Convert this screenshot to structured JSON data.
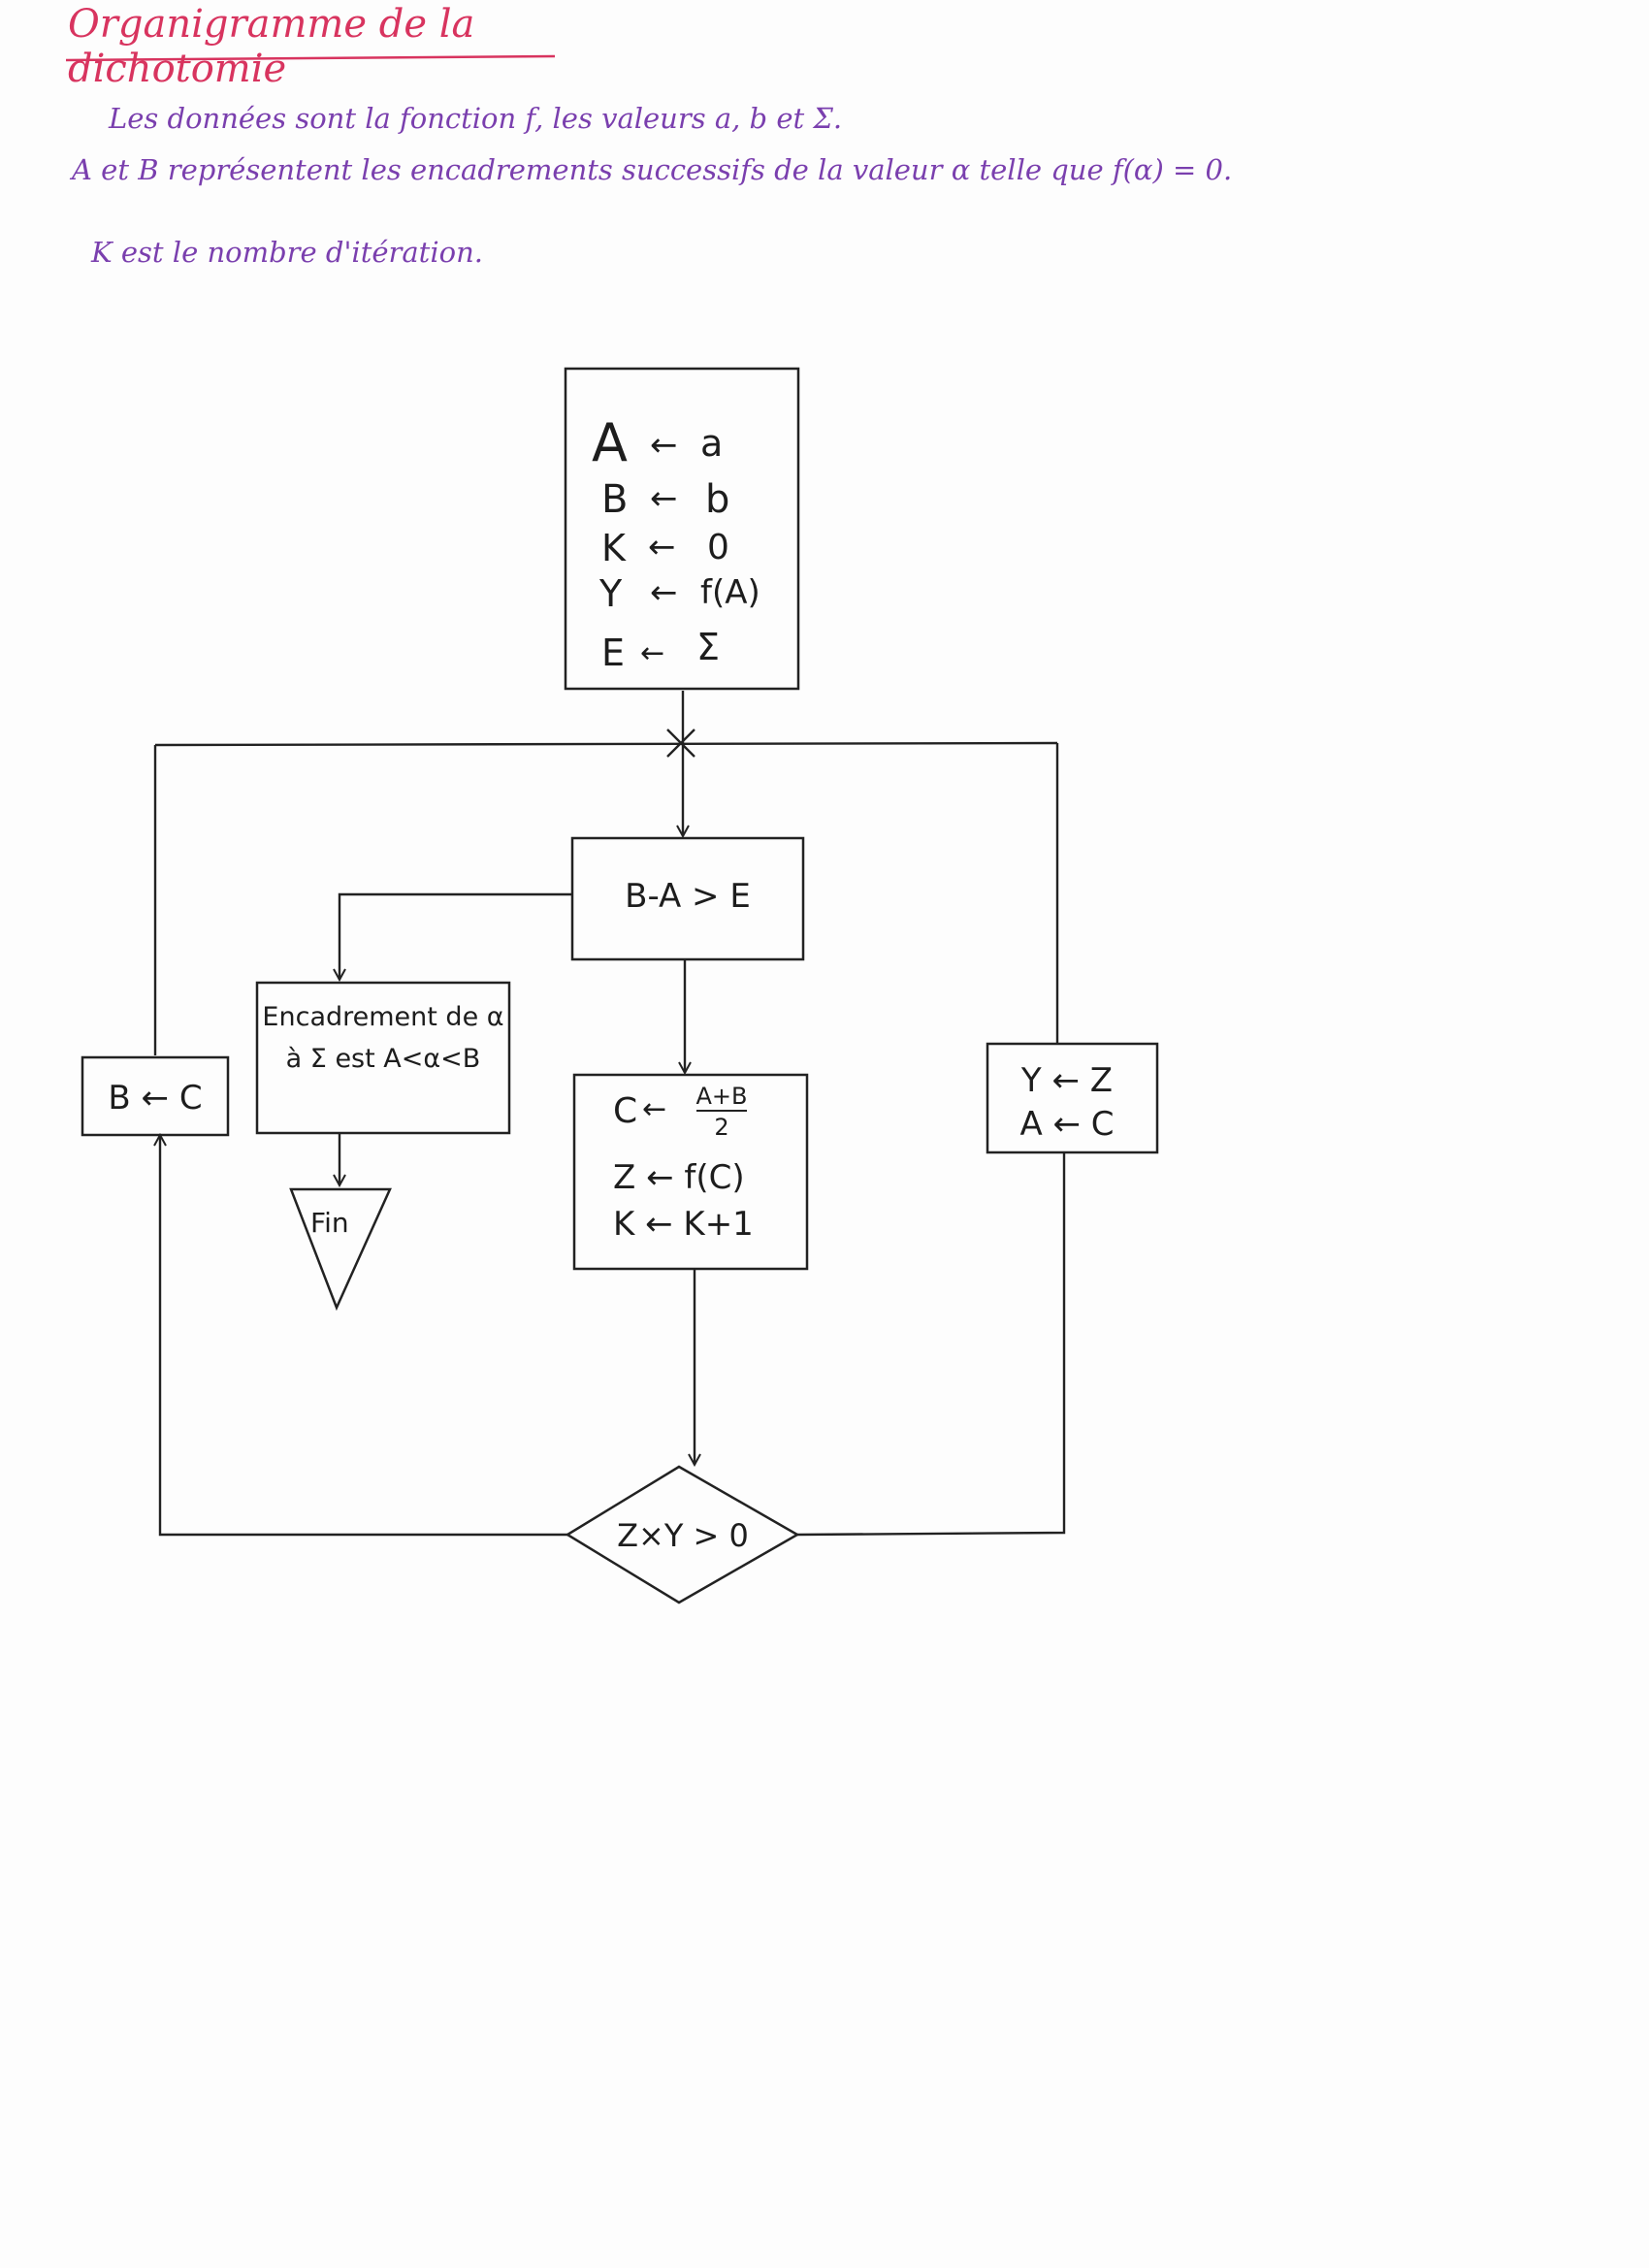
{
  "title": "Organigramme de la dichotomie",
  "notes": [
    "Les données sont la fonction f, les valeurs a, b et Σ.",
    "A et B représentent les encadrements successifs de la valeur α telle que f(α) = 0.",
    "K est le nombre d'itération."
  ],
  "init": [
    {
      "var": "A",
      "val": "a"
    },
    {
      "var": "B",
      "val": "b"
    },
    {
      "var": "K",
      "val": "0"
    },
    {
      "var": "Y",
      "val": "f(A)"
    },
    {
      "var": "E",
      "val": "Σ"
    }
  ],
  "arrow": "←",
  "condition": "B-A > E",
  "result_lines": [
    "Encadrement de α",
    "à Σ est A<α<B"
  ],
  "end": "Fin",
  "compute": {
    "c_var": "C",
    "c_num": "A+B",
    "c_den": "2",
    "z_line": "Z ← f(C)",
    "k_line": "K ← K+1"
  },
  "test": "Z×Y > 0",
  "left_assign": "B ← C",
  "right_assign": [
    "Y ← Z",
    "A ← C"
  ],
  "colors": {
    "title": "#d8345f",
    "notes": "#7a3fae",
    "ink": "#222222"
  }
}
